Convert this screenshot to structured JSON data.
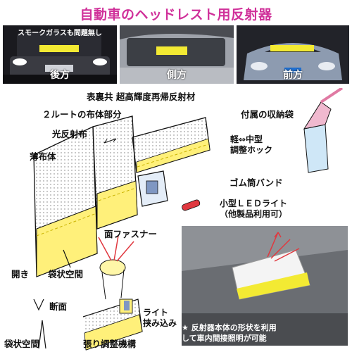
{
  "title": "自動車のヘッドレスト用反射器",
  "photos": {
    "rear": {
      "caption": "後方",
      "note": "スモークガラスも問題無し"
    },
    "side": {
      "caption": "側方"
    },
    "front": {
      "caption": "前方"
    }
  },
  "labels": {
    "material": "表裏共 超高輝度再帰反射材",
    "two_route": "２ルートの布体部分",
    "light_reflect": "光反射布",
    "thin_cloth": "薄布体",
    "hook_line1": "軽⇔中型",
    "hook_line2": "調整ホック",
    "rubber_band": "ゴム筒バンド",
    "led_line1": "小型ＬＥＤライト",
    "led_line2": "（他製品利用可）",
    "fastener": "面ファスナー",
    "opening": "開き",
    "bag_space": "袋状空間",
    "cross_section": "断面",
    "bag_space_bottom": "袋状空間",
    "tension": "張り調整機構",
    "light_insert_line1": "ライト",
    "light_insert_line2": "挟み込み",
    "storage_bag": "付属の収納袋",
    "note_star": "★",
    "note_line1": "反射器本体の形状を利用",
    "note_line2": "して車内間接照明が可能"
  }
}
